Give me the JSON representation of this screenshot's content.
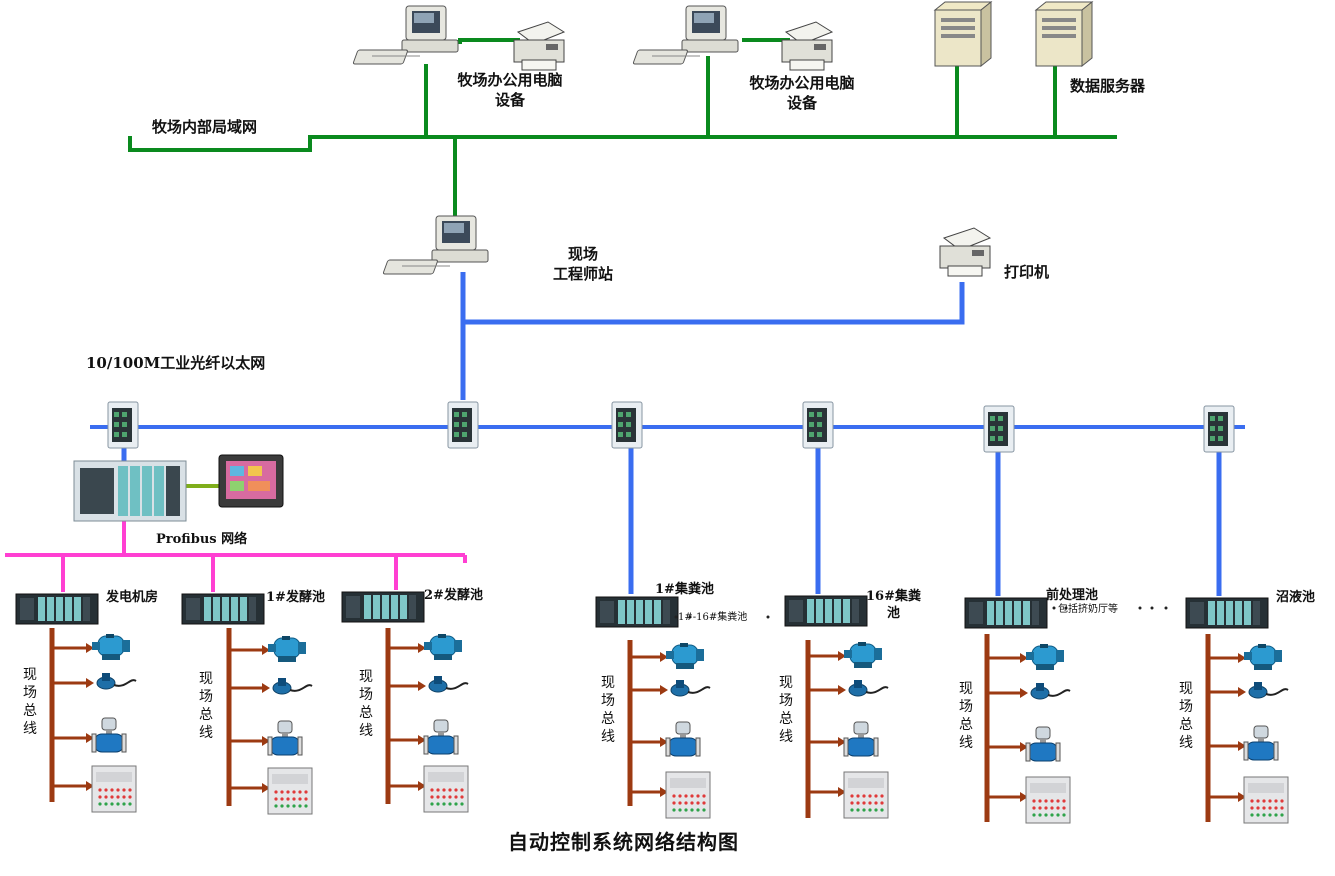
{
  "office_pc_1": "牧场办公用电脑\n设备",
  "office_pc_2": "牧场办公用电脑\n设备",
  "data_server": "数据服务器",
  "lan": "牧场内部局域网",
  "engineer_station": "现场\n工程师站",
  "printer": "打印机",
  "ethernet": "10/100M工业光纤以太网",
  "profibus": "Profibus 网络",
  "bus_vertical": "现场总线",
  "stations": [
    {
      "label": "发电机房"
    },
    {
      "label": "1#发酵池"
    },
    {
      "label": "2#发酵池"
    },
    {
      "label": "1#集粪池"
    },
    {
      "label": "16#集粪\n池"
    },
    {
      "label": "前处理池"
    },
    {
      "label": "沼液池"
    }
  ],
  "note_1_16": "1#-16#集粪池",
  "note_milking": "包括挤奶厅等",
  "diagram_title": "自动控制系统网络结构图",
  "colors": {
    "lan": "#0a8a1e",
    "ethernet": "#3a6df0",
    "profibus": "#ff3fd2",
    "fieldbus": "#9c3a12"
  }
}
